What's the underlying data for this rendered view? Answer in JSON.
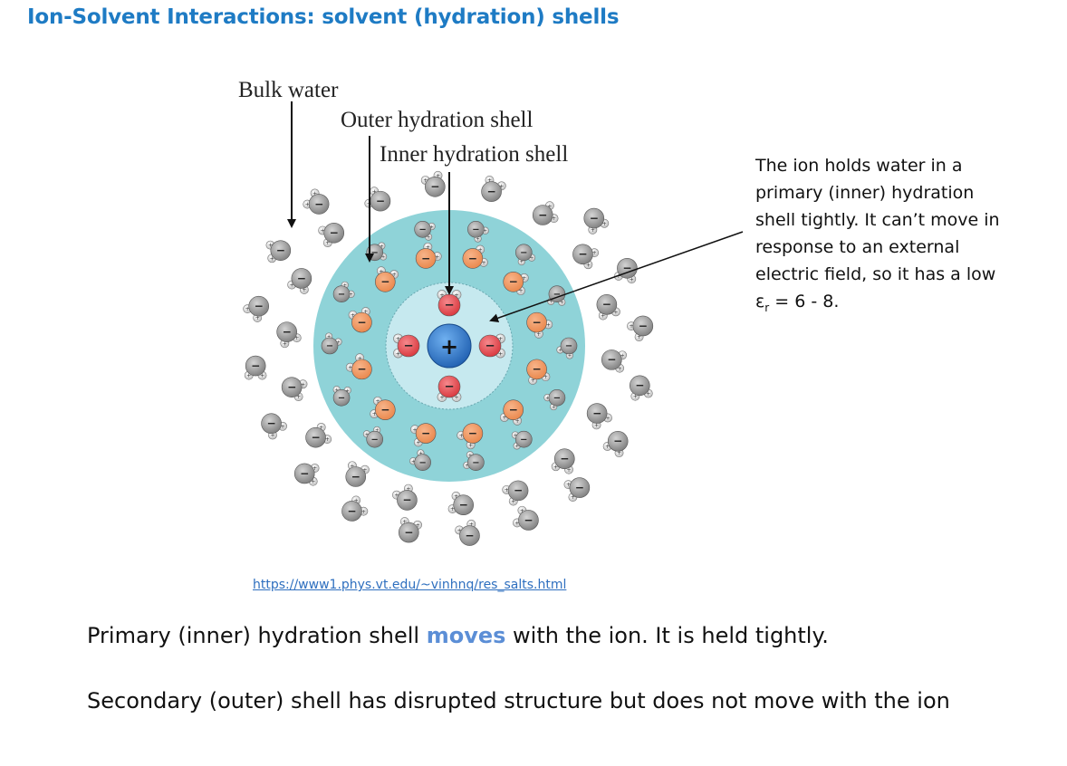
{
  "title": "Ion-Solvent Interactions: solvent (hydration) shells",
  "diagram": {
    "labels": {
      "bulk": "Bulk water",
      "outer": "Outer hydration shell",
      "inner": "Inner hydration shell"
    },
    "ion_sign": "+",
    "water_partial_charges": [
      "+",
      "−"
    ],
    "colors": {
      "ion": "#1f5fb0",
      "inner_water": "#d8353b",
      "outer_water": "#e9864a",
      "bulk_water": "#8a8a8a",
      "inner_shell_fill": "#c6e9ef",
      "outer_shell_fill": "#8fd3d8"
    }
  },
  "annotation": {
    "line1": "The ion holds water in a",
    "line2": "primary (inner)  hydration",
    "line3": "shell tightly. It can’t move in",
    "line4": "response to an external",
    "line5": "electric field, so it has a low",
    "epsilon_symbol": "ε",
    "epsilon_subscript": "r",
    "epsilon_value": " = 6 - 8."
  },
  "source_url": "https://www1.phys.vt.edu/~vinhnq/res_salts.html",
  "statement1": {
    "before": "Primary (inner) hydration shell ",
    "highlight": "moves",
    "after": " with the ion. It is held tightly."
  },
  "statement2": "Secondary (outer) shell has disrupted structure but does not move with the ion"
}
